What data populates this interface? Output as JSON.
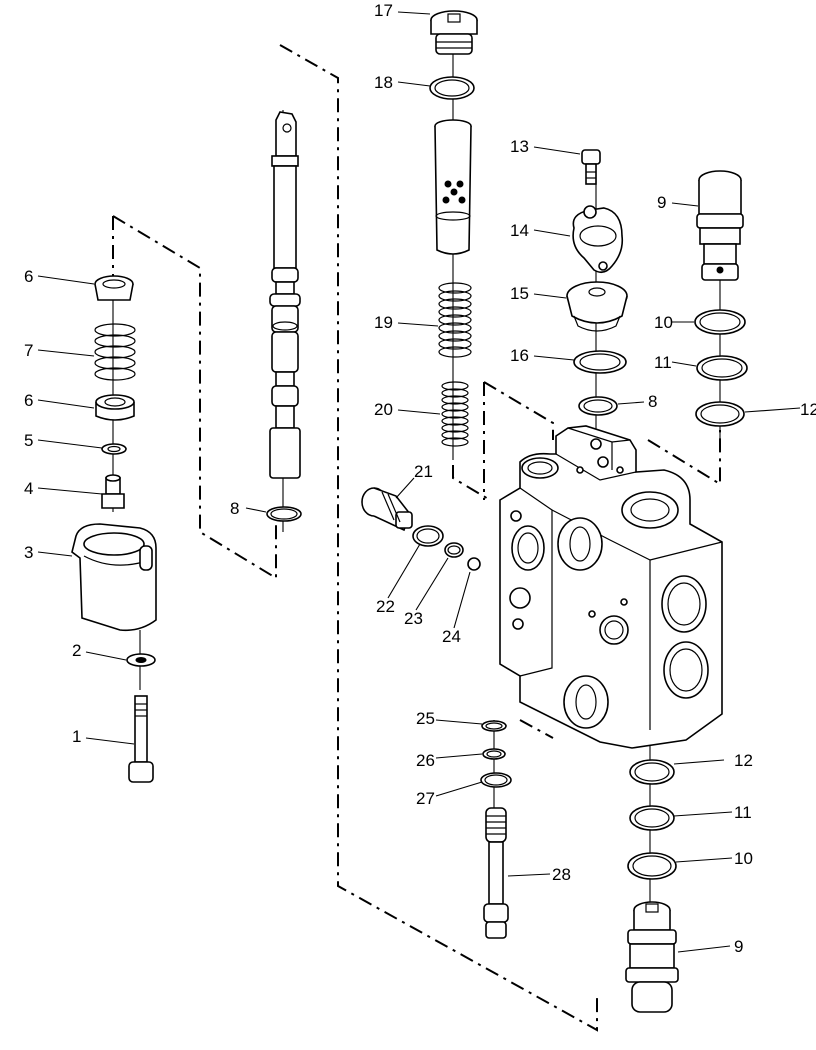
{
  "callouts": [
    {
      "id": "c17",
      "text": "17"
    },
    {
      "id": "c18",
      "text": "18"
    },
    {
      "id": "c13",
      "text": "13"
    },
    {
      "id": "c9a",
      "text": "9"
    },
    {
      "id": "c14",
      "text": "14"
    },
    {
      "id": "c6a",
      "text": "6"
    },
    {
      "id": "c15",
      "text": "15"
    },
    {
      "id": "c19",
      "text": "19"
    },
    {
      "id": "c10a",
      "text": "10"
    },
    {
      "id": "c7",
      "text": "7"
    },
    {
      "id": "c16",
      "text": "16"
    },
    {
      "id": "c11a",
      "text": "11"
    },
    {
      "id": "c6b",
      "text": "6"
    },
    {
      "id": "c20",
      "text": "20"
    },
    {
      "id": "c8a",
      "text": "8"
    },
    {
      "id": "c12a",
      "text": "12"
    },
    {
      "id": "c5",
      "text": "5"
    },
    {
      "id": "c21",
      "text": "21"
    },
    {
      "id": "c4",
      "text": "4"
    },
    {
      "id": "c8b",
      "text": "8"
    },
    {
      "id": "c3",
      "text": "3"
    },
    {
      "id": "c22",
      "text": "22"
    },
    {
      "id": "c23",
      "text": "23"
    },
    {
      "id": "c24",
      "text": "24"
    },
    {
      "id": "c2",
      "text": "2"
    },
    {
      "id": "c25",
      "text": "25"
    },
    {
      "id": "c1",
      "text": "1"
    },
    {
      "id": "c26",
      "text": "26"
    },
    {
      "id": "c12b",
      "text": "12"
    },
    {
      "id": "c27",
      "text": "27"
    },
    {
      "id": "c11b",
      "text": "11"
    },
    {
      "id": "c10b",
      "text": "10"
    },
    {
      "id": "c28",
      "text": "28"
    },
    {
      "id": "c9b",
      "text": "9"
    }
  ]
}
